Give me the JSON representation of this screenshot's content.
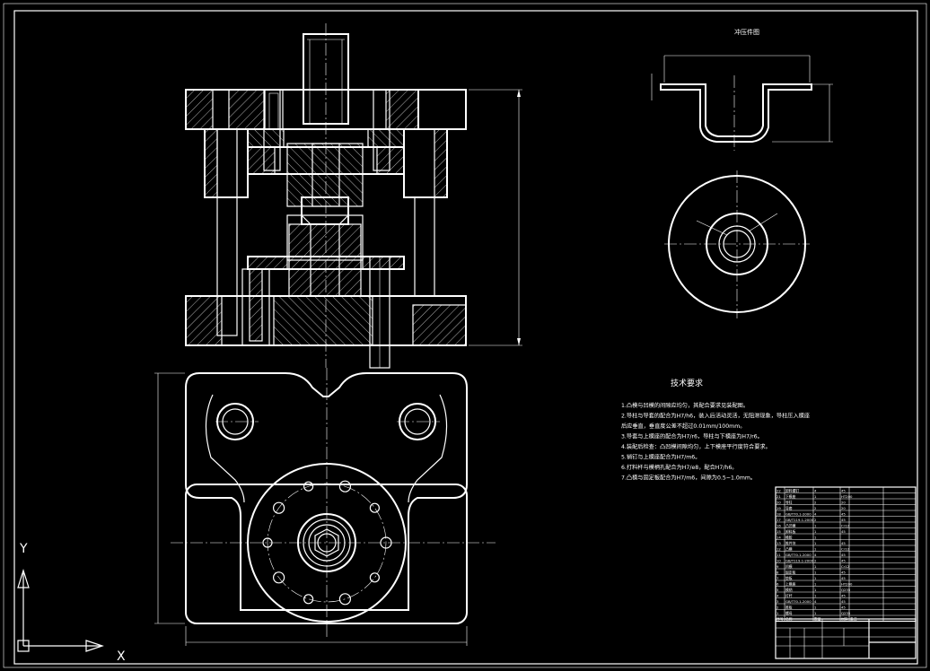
{
  "drawing": {
    "title_small": "冲压件图",
    "tech_title": "技术要求",
    "tech_notes": [
      "1.凸模与凹模的间隙应均匀，其配合要求见装配图。",
      "2.导柱与导套的配合为H7/h6，装入后活动灵活，无阻滞现象，导柱压入模座",
      "   后应垂直，垂直度公差不超过0.01mm/100mm。",
      "3.导套与上模座的配合为H7/r6，导柱与下模座为H7/r6。",
      "4.装配后检查：凸凹模间隙均匀，上下模座平行度符合要求。",
      "5.销钉与上模座配合为H7/m6。",
      "6.打料杆与模柄孔配合为H7/e8，配合H7/h6。",
      "7.凸模与固定板配合为H7/m6，间隙为0.5~1.0mm。"
    ]
  },
  "bom": {
    "rows": [
      [
        "22",
        "卸料螺钉",
        "4",
        "45",
        ""
      ],
      [
        "21",
        "下模座",
        "1",
        "HT200",
        ""
      ],
      [
        "20",
        "导柱",
        "2",
        "20",
        ""
      ],
      [
        "19",
        "导套",
        "2",
        "20",
        ""
      ],
      [
        "18",
        "GB/T70.1-2000",
        "4",
        "45",
        ""
      ],
      [
        "17",
        "GB/T119.1-2000",
        "2",
        "45",
        ""
      ],
      [
        "16",
        "凸凹模",
        "1",
        "Cr12",
        ""
      ],
      [
        "15",
        "卸料板",
        "1",
        "45",
        ""
      ],
      [
        "14",
        "橡胶",
        "1",
        "",
        ""
      ],
      [
        "13",
        "推件块",
        "1",
        "45",
        ""
      ],
      [
        "12",
        "凸模",
        "1",
        "Cr12",
        ""
      ],
      [
        "11",
        "GB/T70.1-2000",
        "4",
        "45",
        ""
      ],
      [
        "10",
        "GB/T119.1-2000",
        "2",
        "45",
        ""
      ],
      [
        "9",
        "凹模",
        "1",
        "Cr12",
        ""
      ],
      [
        "8",
        "固定板",
        "1",
        "45",
        ""
      ],
      [
        "7",
        "垫板",
        "1",
        "45",
        ""
      ],
      [
        "6",
        "上模座",
        "1",
        "HT200",
        ""
      ],
      [
        "5",
        "模柄",
        "1",
        "Q235",
        ""
      ],
      [
        "4",
        "打杆",
        "1",
        "45",
        ""
      ],
      [
        "3",
        "GB/T70.1-2000",
        "4",
        "45",
        ""
      ],
      [
        "2",
        "推板",
        "1",
        "45",
        ""
      ],
      [
        "1",
        "螺母",
        "1",
        "Q235",
        ""
      ]
    ],
    "header": [
      "序号",
      "名称",
      "数量",
      "材料",
      "备注"
    ]
  },
  "ucs": {
    "y_label": "Y",
    "x_label": "X"
  }
}
